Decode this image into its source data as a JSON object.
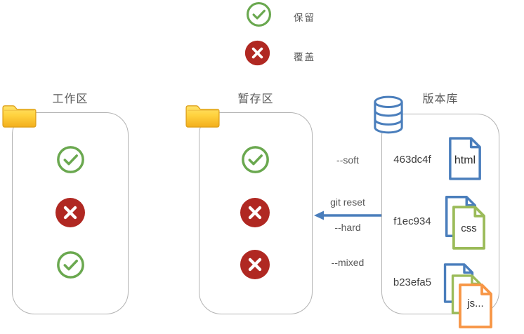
{
  "legend": {
    "keep_label": "保留",
    "overwrite_label": "覆盖"
  },
  "columns": {
    "workspace": {
      "title": "工作区",
      "slots": [
        "keep",
        "overwrite",
        "keep"
      ]
    },
    "staging": {
      "title": "暂存区",
      "slots": [
        "keep",
        "overwrite",
        "overwrite"
      ]
    },
    "repository": {
      "title": "版本库",
      "commits": [
        {
          "hash": "463dc4f",
          "file_label": "html",
          "layers": [
            "blue"
          ]
        },
        {
          "hash": "f1ec934",
          "file_label": "css",
          "layers": [
            "blue",
            "green"
          ]
        },
        {
          "hash": "b23efa5",
          "file_label": "js...",
          "layers": [
            "blue",
            "green",
            "orange"
          ]
        }
      ]
    }
  },
  "reset": {
    "command_label": "git reset",
    "soft_label": "--soft",
    "hard_label": "--hard",
    "mixed_label": "--mixed"
  },
  "colors": {
    "blue": "#4a7ebc",
    "green_doc": "#9bbb59",
    "orange_doc": "#f79646",
    "check_green": "#6aa84f",
    "x_red": "#b02822",
    "folder_yellow": "#ffd23e",
    "text_gray": "#595959",
    "border_gray": "#b3b3b3"
  }
}
